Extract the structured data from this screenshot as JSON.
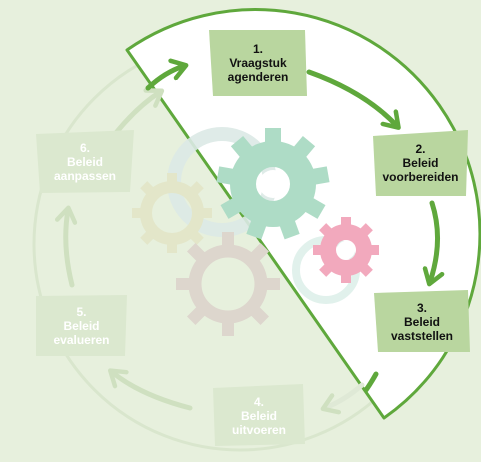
{
  "steps": [
    {
      "id": "step-1",
      "label": "1.\nVraagstuk\nagenderen",
      "state": "active"
    },
    {
      "id": "step-2",
      "label": "2.\nBeleid\nvoorbereiden",
      "state": "active"
    },
    {
      "id": "step-3",
      "label": "3.\nBeleid\nvaststellen",
      "state": "active"
    },
    {
      "id": "step-4",
      "label": "4.\nBeleid\nuitvoeren",
      "state": "faded"
    },
    {
      "id": "step-5",
      "label": "5.\nBeleid\nevalueren",
      "state": "faded"
    },
    {
      "id": "step-6",
      "label": "6.\nBeleid\naanpassen",
      "state": "faded"
    }
  ],
  "colors": {
    "background": "#e7f0dd",
    "highlight_fill": "#ffffff",
    "accent_green": "#5fa83c",
    "active_box": "#b9d69f",
    "faded_box": "#dbe8cf",
    "faded_circle": "#cfe0c0",
    "gear_teal": "#aedcc6",
    "gear_pink": "#f2a9bd",
    "gear_faded_olive": "#e3e6c9",
    "gear_faded_brown": "#ddd6cd"
  },
  "icons": [
    "gear-icon",
    "arrow-icon"
  ]
}
